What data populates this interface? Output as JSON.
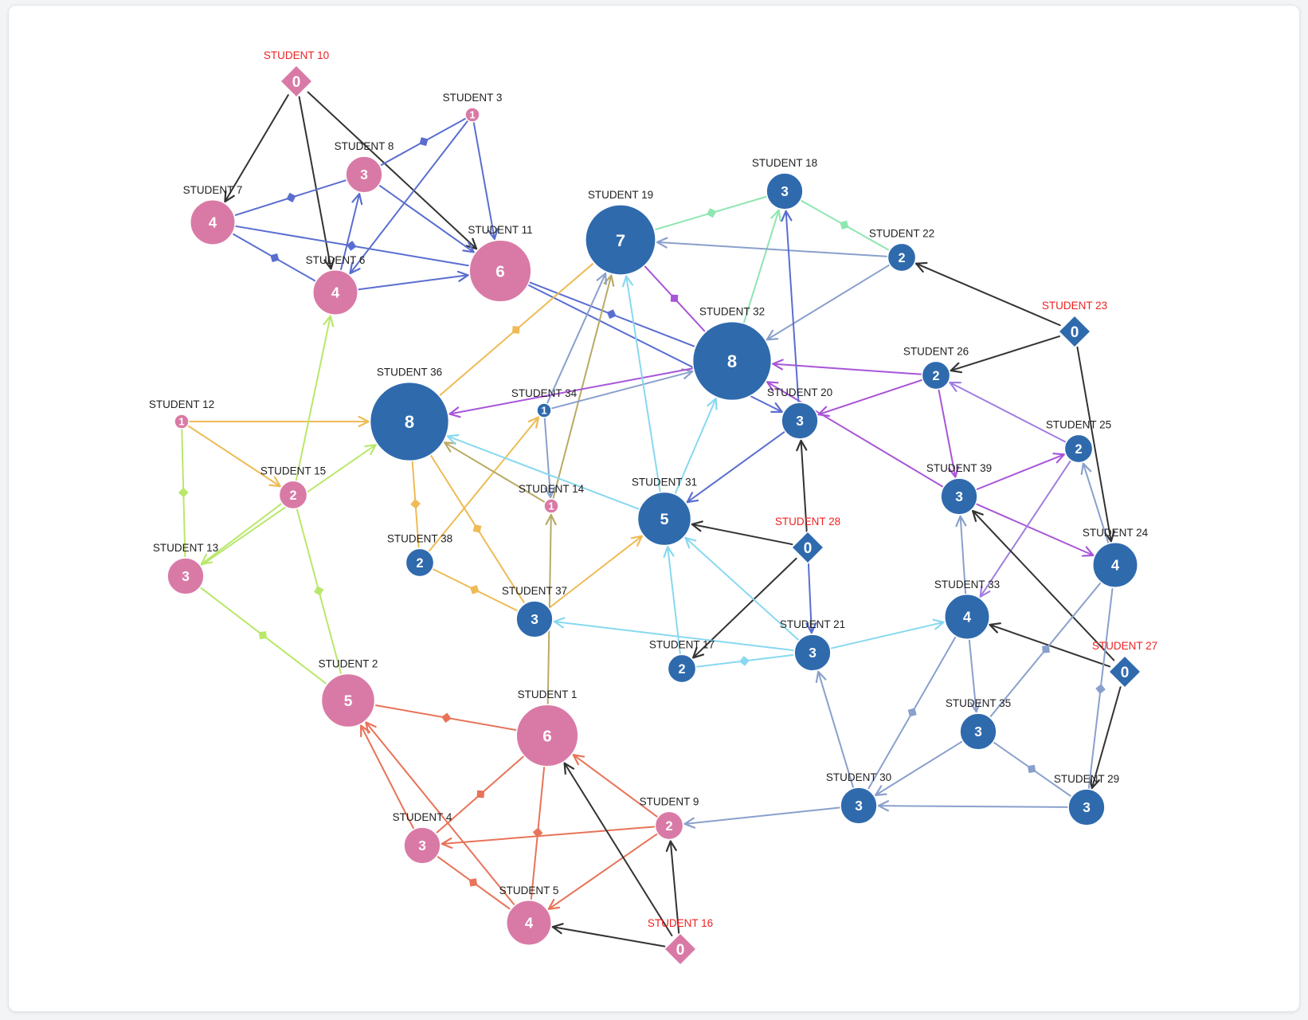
{
  "colors": {
    "pink": "#d97aa6",
    "blue": "#2f6aad",
    "source_label": "#ee2222"
  },
  "nodes": [
    {
      "id": "S10",
      "label": "STUDENT 10",
      "value": "0",
      "shape": "diamond",
      "group": "pink",
      "source": true
    },
    {
      "id": "S3",
      "label": "STUDENT 3",
      "value": "1",
      "shape": "circle",
      "group": "pink"
    },
    {
      "id": "S8",
      "label": "STUDENT 8",
      "value": "3",
      "shape": "circle",
      "group": "pink"
    },
    {
      "id": "S7",
      "label": "STUDENT 7",
      "value": "4",
      "shape": "circle",
      "group": "pink"
    },
    {
      "id": "S6",
      "label": "STUDENT 6",
      "value": "4",
      "shape": "circle",
      "group": "pink"
    },
    {
      "id": "S11",
      "label": "STUDENT 11",
      "value": "6",
      "shape": "circle",
      "group": "pink"
    },
    {
      "id": "S12",
      "label": "STUDENT 12",
      "value": "1",
      "shape": "circle",
      "group": "pink"
    },
    {
      "id": "S15",
      "label": "STUDENT 15",
      "value": "2",
      "shape": "circle",
      "group": "pink"
    },
    {
      "id": "S13",
      "label": "STUDENT 13",
      "value": "3",
      "shape": "circle",
      "group": "pink"
    },
    {
      "id": "S2",
      "label": "STUDENT 2",
      "value": "5",
      "shape": "circle",
      "group": "pink"
    },
    {
      "id": "S1",
      "label": "STUDENT 1",
      "value": "6",
      "shape": "circle",
      "group": "pink"
    },
    {
      "id": "S4",
      "label": "STUDENT 4",
      "value": "3",
      "shape": "circle",
      "group": "pink"
    },
    {
      "id": "S9",
      "label": "STUDENT 9",
      "value": "2",
      "shape": "circle",
      "group": "pink"
    },
    {
      "id": "S5",
      "label": "STUDENT 5",
      "value": "4",
      "shape": "circle",
      "group": "pink"
    },
    {
      "id": "S16",
      "label": "STUDENT 16",
      "value": "0",
      "shape": "diamond",
      "group": "pink",
      "source": true
    },
    {
      "id": "S14",
      "label": "STUDENT 14",
      "value": "1",
      "shape": "circle",
      "group": "pink"
    },
    {
      "id": "S19",
      "label": "STUDENT 19",
      "value": "7",
      "shape": "circle",
      "group": "blue"
    },
    {
      "id": "S18",
      "label": "STUDENT 18",
      "value": "3",
      "shape": "circle",
      "group": "blue"
    },
    {
      "id": "S22",
      "label": "STUDENT 22",
      "value": "2",
      "shape": "circle",
      "group": "blue"
    },
    {
      "id": "S23",
      "label": "STUDENT 23",
      "value": "0",
      "shape": "diamond",
      "group": "blue",
      "source": true
    },
    {
      "id": "S32",
      "label": "STUDENT 32",
      "value": "8",
      "shape": "circle",
      "group": "blue"
    },
    {
      "id": "S26",
      "label": "STUDENT 26",
      "value": "2",
      "shape": "circle",
      "group": "blue"
    },
    {
      "id": "S20",
      "label": "STUDENT 20",
      "value": "3",
      "shape": "circle",
      "group": "blue"
    },
    {
      "id": "S36",
      "label": "STUDENT 36",
      "value": "8",
      "shape": "circle",
      "group": "blue"
    },
    {
      "id": "S34",
      "label": "STUDENT 34",
      "value": "1",
      "shape": "circle",
      "group": "blue"
    },
    {
      "id": "S25",
      "label": "STUDENT 25",
      "value": "2",
      "shape": "circle",
      "group": "blue"
    },
    {
      "id": "S39",
      "label": "STUDENT 39",
      "value": "3",
      "shape": "circle",
      "group": "blue"
    },
    {
      "id": "S31",
      "label": "STUDENT 31",
      "value": "5",
      "shape": "circle",
      "group": "blue"
    },
    {
      "id": "S28",
      "label": "STUDENT 28",
      "value": "0",
      "shape": "diamond",
      "group": "blue",
      "source": true
    },
    {
      "id": "S24",
      "label": "STUDENT 24",
      "value": "4",
      "shape": "circle",
      "group": "blue"
    },
    {
      "id": "S38",
      "label": "STUDENT 38",
      "value": "2",
      "shape": "circle",
      "group": "blue"
    },
    {
      "id": "S37",
      "label": "STUDENT 37",
      "value": "3",
      "shape": "circle",
      "group": "blue"
    },
    {
      "id": "S33",
      "label": "STUDENT 33",
      "value": "4",
      "shape": "circle",
      "group": "blue"
    },
    {
      "id": "S21",
      "label": "STUDENT 21",
      "value": "3",
      "shape": "circle",
      "group": "blue"
    },
    {
      "id": "S17",
      "label": "STUDENT 17",
      "value": "2",
      "shape": "circle",
      "group": "blue"
    },
    {
      "id": "S27",
      "label": "STUDENT 27",
      "value": "0",
      "shape": "diamond",
      "group": "blue",
      "source": true
    },
    {
      "id": "S35",
      "label": "STUDENT 35",
      "value": "3",
      "shape": "circle",
      "group": "blue"
    },
    {
      "id": "S30",
      "label": "STUDENT 30",
      "value": "3",
      "shape": "circle",
      "group": "blue"
    },
    {
      "id": "S29",
      "label": "STUDENT 29",
      "value": "3",
      "shape": "circle",
      "group": "blue"
    }
  ],
  "edges": [
    {
      "from": "S10",
      "to": "S7",
      "color": "#333333"
    },
    {
      "from": "S10",
      "to": "S6",
      "color": "#333333"
    },
    {
      "from": "S10",
      "to": "S11",
      "color": "#333333"
    },
    {
      "from": "S3",
      "to": "S8",
      "color": "#5a6ed0",
      "style": "mid"
    },
    {
      "from": "S3",
      "to": "S6",
      "color": "#5a6ed0"
    },
    {
      "from": "S3",
      "to": "S11",
      "color": "#5a6ed0"
    },
    {
      "from": "S8",
      "to": "S7",
      "color": "#5a6ed0",
      "style": "mid"
    },
    {
      "from": "S8",
      "to": "S11",
      "color": "#5a6ed0"
    },
    {
      "from": "S6",
      "to": "S8",
      "color": "#5a6ed0"
    },
    {
      "from": "S6",
      "to": "S7",
      "color": "#5a6ed0",
      "style": "mid"
    },
    {
      "from": "S7",
      "to": "S11",
      "color": "#5a6ed0",
      "style": "mid"
    },
    {
      "from": "S6",
      "to": "S11",
      "color": "#5a6ed0"
    },
    {
      "from": "S11",
      "to": "S32",
      "color": "#5a6ed0",
      "style": "mid"
    },
    {
      "from": "S11",
      "to": "S20",
      "color": "#5a6ed0"
    },
    {
      "from": "S12",
      "to": "S36",
      "color": "#eebb55"
    },
    {
      "from": "S12",
      "to": "S15",
      "color": "#eebb55"
    },
    {
      "from": "S12",
      "to": "S13",
      "color": "#b8e86a",
      "style": "mid"
    },
    {
      "from": "S15",
      "to": "S13",
      "color": "#b8e86a"
    },
    {
      "from": "S15",
      "to": "S6",
      "color": "#b8e86a"
    },
    {
      "from": "S15",
      "to": "S2",
      "color": "#b8e86a",
      "style": "mid"
    },
    {
      "from": "S13",
      "to": "S2",
      "color": "#b8e86a",
      "style": "mid"
    },
    {
      "from": "S13",
      "to": "S36",
      "color": "#b8e86a"
    },
    {
      "from": "S36",
      "to": "S19",
      "color": "#eebb55",
      "style": "mid"
    },
    {
      "from": "S36",
      "to": "S38",
      "color": "#eebb55",
      "style": "mid"
    },
    {
      "from": "S36",
      "to": "S37",
      "color": "#eebb55",
      "style": "mid"
    },
    {
      "from": "S38",
      "to": "S37",
      "color": "#eebb55",
      "style": "mid"
    },
    {
      "from": "S38",
      "to": "S34",
      "color": "#eebb55"
    },
    {
      "from": "S37",
      "to": "S31",
      "color": "#eebb55"
    },
    {
      "from": "S14",
      "to": "S36",
      "color": "#b8aa66"
    },
    {
      "from": "S14",
      "to": "S19",
      "color": "#b8aa66"
    },
    {
      "from": "S1",
      "to": "S14",
      "color": "#b8aa66"
    },
    {
      "from": "S34",
      "to": "S19",
      "color": "#8aa0cc"
    },
    {
      "from": "S34",
      "to": "S32",
      "color": "#8aa0cc"
    },
    {
      "from": "S34",
      "to": "S14",
      "color": "#8aa0cc"
    },
    {
      "from": "S18",
      "to": "S19",
      "color": "#8ee6b0",
      "style": "mid"
    },
    {
      "from": "S18",
      "to": "S22",
      "color": "#8ee6b0",
      "style": "mid"
    },
    {
      "from": "S32",
      "to": "S18",
      "color": "#8ee6b0"
    },
    {
      "from": "S22",
      "to": "S19",
      "color": "#8aa0cc"
    },
    {
      "from": "S22",
      "to": "S32",
      "color": "#8aa0cc"
    },
    {
      "from": "S23",
      "to": "S22",
      "color": "#333333"
    },
    {
      "from": "S23",
      "to": "S26",
      "color": "#333333"
    },
    {
      "from": "S23",
      "to": "S24",
      "color": "#333333"
    },
    {
      "from": "S19",
      "to": "S32",
      "color": "#a855d8",
      "style": "mid"
    },
    {
      "from": "S32",
      "to": "S36",
      "color": "#a855d8"
    },
    {
      "from": "S26",
      "to": "S32",
      "color": "#a855d8"
    },
    {
      "from": "S26",
      "to": "S20",
      "color": "#a855d8"
    },
    {
      "from": "S26",
      "to": "S39",
      "color": "#a855d8"
    },
    {
      "from": "S39",
      "to": "S32",
      "color": "#a855d8"
    },
    {
      "from": "S39",
      "to": "S25",
      "color": "#a855d8"
    },
    {
      "from": "S39",
      "to": "S24",
      "color": "#a855d8"
    },
    {
      "from": "S25",
      "to": "S26",
      "color": "#a07ee0"
    },
    {
      "from": "S25",
      "to": "S33",
      "color": "#a07ee0"
    },
    {
      "from": "S20",
      "to": "S18",
      "color": "#5a6ed0"
    },
    {
      "from": "S20",
      "to": "S31",
      "color": "#5a6ed0"
    },
    {
      "from": "S31",
      "to": "S19",
      "color": "#88d8f0"
    },
    {
      "from": "S31",
      "to": "S32",
      "color": "#88d8f0"
    },
    {
      "from": "S31",
      "to": "S36",
      "color": "#88d8f0"
    },
    {
      "from": "S28",
      "to": "S31",
      "color": "#333333"
    },
    {
      "from": "S28",
      "to": "S20",
      "color": "#333333"
    },
    {
      "from": "S28",
      "to": "S17",
      "color": "#333333"
    },
    {
      "from": "S28",
      "to": "S21",
      "color": "#5a6ed0"
    },
    {
      "from": "S21",
      "to": "S31",
      "color": "#88d8f0"
    },
    {
      "from": "S21",
      "to": "S33",
      "color": "#88d8f0"
    },
    {
      "from": "S21",
      "to": "S37",
      "color": "#88d8f0"
    },
    {
      "from": "S17",
      "to": "S31",
      "color": "#88d8f0"
    },
    {
      "from": "S17",
      "to": "S21",
      "color": "#88d8f0",
      "style": "mid"
    },
    {
      "from": "S27",
      "to": "S33",
      "color": "#333333"
    },
    {
      "from": "S27",
      "to": "S39",
      "color": "#333333"
    },
    {
      "from": "S27",
      "to": "S29",
      "color": "#333333"
    },
    {
      "from": "S24",
      "to": "S25",
      "color": "#8aa0cc"
    },
    {
      "from": "S24",
      "to": "S35",
      "color": "#8aa0cc",
      "style": "mid"
    },
    {
      "from": "S29",
      "to": "S24",
      "color": "#8aa0cc",
      "style": "mid"
    },
    {
      "from": "S33",
      "to": "S39",
      "color": "#8aa0cc"
    },
    {
      "from": "S33",
      "to": "S35",
      "color": "#8aa0cc"
    },
    {
      "from": "S33",
      "to": "S30",
      "color": "#8aa0cc",
      "style": "mid"
    },
    {
      "from": "S35",
      "to": "S30",
      "color": "#8aa0cc"
    },
    {
      "from": "S35",
      "to": "S29",
      "color": "#8aa0cc",
      "style": "mid"
    },
    {
      "from": "S29",
      "to": "S30",
      "color": "#8aa0cc"
    },
    {
      "from": "S30",
      "to": "S21",
      "color": "#8aa0cc"
    },
    {
      "from": "S30",
      "to": "S9",
      "color": "#8aa0cc"
    },
    {
      "from": "S1",
      "to": "S2",
      "color": "#e87358",
      "style": "mid"
    },
    {
      "from": "S1",
      "to": "S4",
      "color": "#e87358",
      "style": "mid"
    },
    {
      "from": "S1",
      "to": "S5",
      "color": "#e87358",
      "style": "mid"
    },
    {
      "from": "S9",
      "to": "S1",
      "color": "#e87358"
    },
    {
      "from": "S9",
      "to": "S4",
      "color": "#e87358"
    },
    {
      "from": "S9",
      "to": "S5",
      "color": "#e87358"
    },
    {
      "from": "S4",
      "to": "S2",
      "color": "#e87358"
    },
    {
      "from": "S4",
      "to": "S5",
      "color": "#e87358",
      "style": "mid"
    },
    {
      "from": "S5",
      "to": "S2",
      "color": "#e87358"
    },
    {
      "from": "S16",
      "to": "S5",
      "color": "#333333"
    },
    {
      "from": "S16",
      "to": "S9",
      "color": "#333333"
    },
    {
      "from": "S16",
      "to": "S1",
      "color": "#333333"
    }
  ]
}
